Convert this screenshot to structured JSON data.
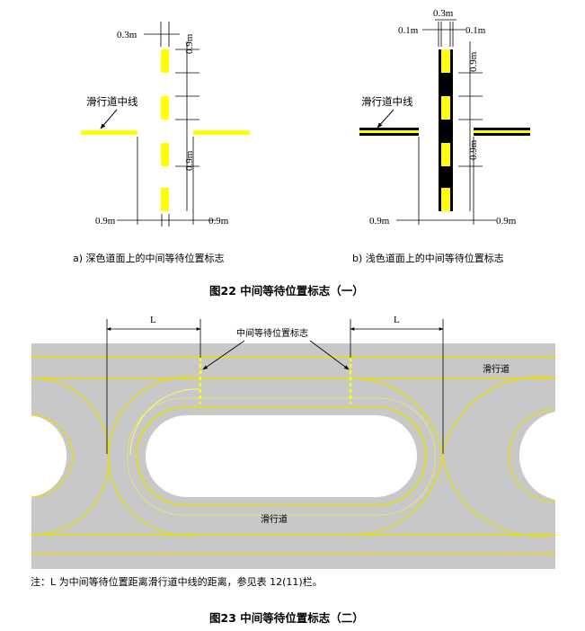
{
  "fig22": {
    "dim_03": "0.3m",
    "dim_01": "0.1m",
    "dim_09": "0.9m",
    "taxi_centerline": "滑行道中线",
    "caption_a": "a)   深色道面上的中间等待位置标志",
    "caption_b": "b)   浅色道面上的中间等待位置标志",
    "title": "图22    中间等待位置标志（一）"
  },
  "fig23": {
    "label_L": "L",
    "holding_label": "中间等待位置标志",
    "taxiway_top": "滑行道",
    "taxiway_bottom": "滑行道",
    "note": "注：L 为中间等待位置距离滑行道中线的距离，参见表 12(11)栏。",
    "title": "图23    中间等待位置标志（二）"
  },
  "colors": {
    "marking_yellow": "#ffff00",
    "pavement_gray": "#c8c8c8",
    "line_yellow": "#e8e000"
  }
}
